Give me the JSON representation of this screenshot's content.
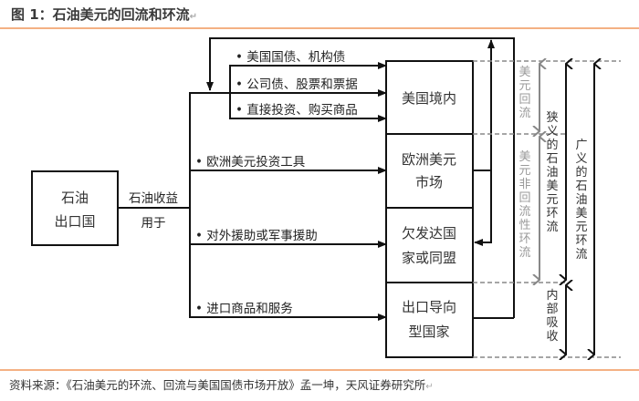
{
  "figure": {
    "title": "图 1：石油美元的回流和环流",
    "source": "资料来源：《石油美元的环流、回流与美国国债市场开放》孟一坤，天风证券研究所",
    "colors": {
      "accent_rule": "#f4b183",
      "line": "#111111",
      "grey_label": "#9a9a9a",
      "grey_arrow": "#888888",
      "dashed": "#888888"
    }
  },
  "nodes": {
    "exporter": {
      "lines": [
        "石油",
        "出口国"
      ]
    },
    "us_domestic": {
      "lines": [
        "美国境内"
      ]
    },
    "eurodollar": {
      "lines": [
        "欧洲美元",
        "市场"
      ]
    },
    "developing": {
      "lines": [
        "欠发达国",
        "家或同盟"
      ]
    },
    "export_oriented": {
      "lines": [
        "出口导向",
        "型国家"
      ]
    }
  },
  "edge_labels": {
    "revenue_top": "石油收益",
    "revenue_bottom": "用于",
    "flows": [
      "• 美国国债、机构债",
      "• 公司债、股票和票据",
      "• 直接投资、购买商品",
      "• 欧洲美元投资工具",
      "• 对外援助或军事援助",
      "• 进口商品和服务"
    ]
  },
  "brackets": {
    "dollar_recycling": "美元回流",
    "non_recycling": "美元非回流性环流",
    "narrow": "狭义的石油美元环流",
    "broad": "广义的石油美元环流",
    "internal_absorption": "内部吸收"
  }
}
